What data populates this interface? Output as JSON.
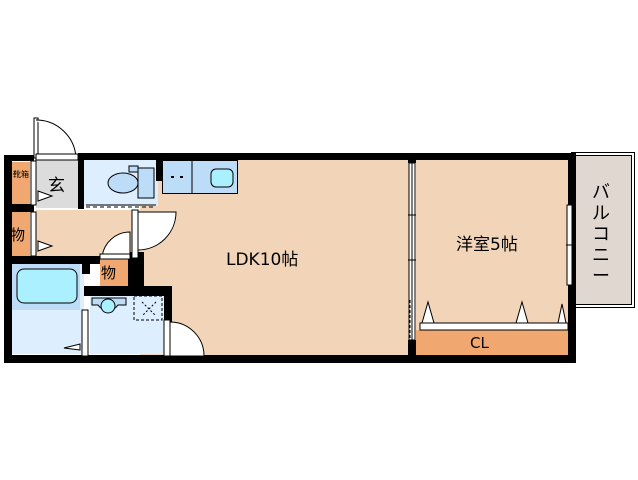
{
  "rooms": {
    "ldk": {
      "label": "LDK10帖",
      "color": "#f2d4b8"
    },
    "western": {
      "label": "洋室5帖",
      "color": "#f2d4b8"
    },
    "closet": {
      "label": "CL",
      "color": "#f0a870"
    },
    "balcony": {
      "label": "バルコニー",
      "color": "#e0d8d0"
    },
    "entrance": {
      "label": "玄",
      "color": "#dcdcdc"
    },
    "shoe_box": {
      "label": "靴箱",
      "color": "#f0a870"
    },
    "storage_left": {
      "label": "物",
      "color": "#f0a870"
    },
    "storage_center": {
      "label": "物",
      "color": "#f0a870"
    },
    "toilet": {
      "color": "#ddeeff"
    },
    "bath": {
      "color": "#ddeeff"
    },
    "washroom": {
      "color": "#ddeeff"
    },
    "kitchen_counter": {
      "color": "#bcdcf8"
    }
  },
  "colors": {
    "wall": "#000000",
    "fixture_blue": "#bcdcf8",
    "fixture_cyan": "#aaf0ff"
  }
}
